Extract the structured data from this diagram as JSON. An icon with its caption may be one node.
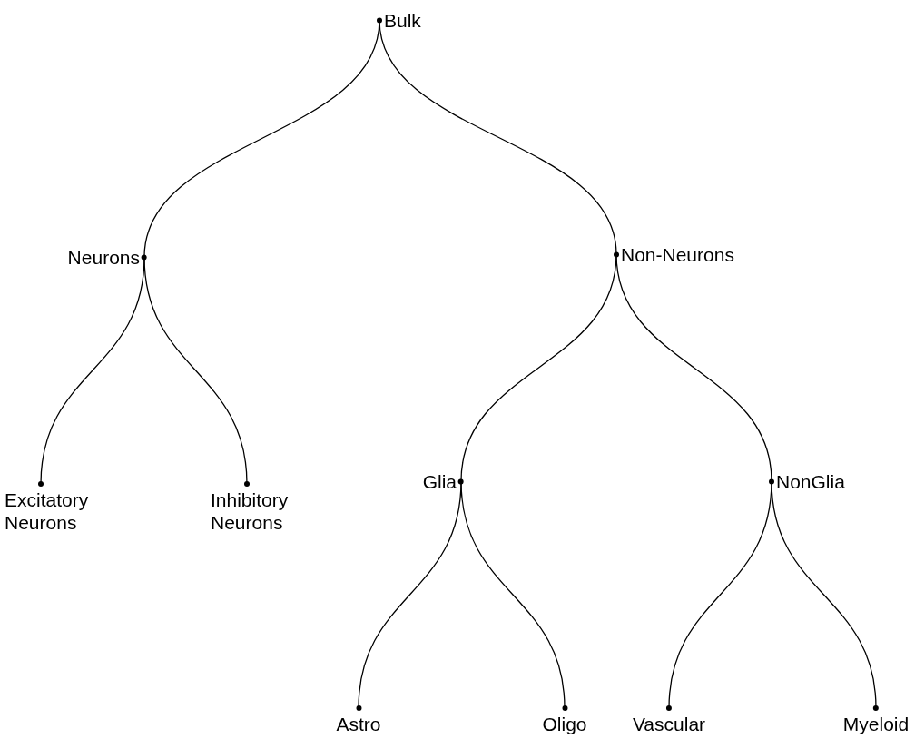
{
  "diagram": {
    "nodes": [
      {
        "text": [
          "Bulk"
        ]
      },
      {
        "text": [
          "Neurons"
        ]
      },
      {
        "text": [
          "Non-Neurons"
        ]
      },
      {
        "text": [
          "Excitatory Neurons"
        ]
      },
      {
        "text": [
          "Inhibitory Neurons"
        ]
      },
      {
        "text": [
          "Glia"
        ]
      },
      {
        "text": [
          "NonGlia"
        ]
      },
      {
        "text": [
          "Astro"
        ]
      },
      {
        "text": [
          "Oligo"
        ]
      },
      {
        "text": [
          "Vascular"
        ]
      },
      {
        "text": [
          "Myeloid"
        ]
      }
    ],
    "edges": [
      {
        "from": 0,
        "to": 1,
        "arrow": "none"
      },
      {
        "from": 0,
        "to": 2,
        "arrow": "none"
      },
      {
        "from": 1,
        "to": 3,
        "arrow": "none"
      },
      {
        "from": 1,
        "to": 4,
        "arrow": "none"
      },
      {
        "from": 2,
        "to": 5,
        "arrow": "none"
      },
      {
        "from": 2,
        "to": 6,
        "arrow": "none"
      },
      {
        "from": 5,
        "to": 7,
        "arrow": "none"
      },
      {
        "from": 5,
        "to": 8,
        "arrow": "none"
      },
      {
        "from": 6,
        "to": 9,
        "arrow": "none"
      },
      {
        "from": 6,
        "to": 10,
        "arrow": "none"
      }
    ]
  }
}
